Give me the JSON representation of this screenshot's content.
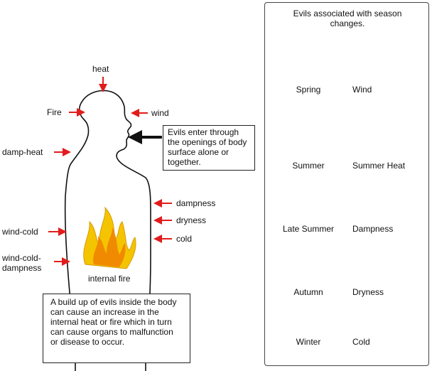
{
  "body_diagram": {
    "top_label": "heat",
    "left_labels": [
      "Fire",
      "damp-heat",
      "wind-cold",
      "wind-cold-\ndampness"
    ],
    "right_labels": [
      "wind",
      "dampness",
      "dryness",
      "cold"
    ],
    "internal_label": "internal fire"
  },
  "entry_note": "Evils enter through the openings of body surface alone or together.",
  "buildup_note": "A build up of evils inside the body can cause an increase in the internal heat or fire which in turn can cause organs to malfunction or disease to occur.",
  "seasons_panel": {
    "title": "Evils associated with season changes.",
    "rows": [
      {
        "season": "Spring",
        "evil": "Wind",
        "icon": "wind-swirl-icon"
      },
      {
        "season": "Summer",
        "evil": "Summer Heat",
        "icon": "sun-icon"
      },
      {
        "season": "Late Summer",
        "evil": "Dampness",
        "icon": "rain-cloud-icon"
      },
      {
        "season": "Autumn",
        "evil": "Dryness",
        "icon": "dry-leaves-icon"
      },
      {
        "season": "Winter",
        "evil": "Cold",
        "icon": "snowflake-icon"
      }
    ]
  },
  "colors": {
    "arrow": "#e31b1b",
    "flame_outer": "#f5c400",
    "flame_inner": "#f08a00",
    "sun": "#ff0a0a",
    "sun_rays": "#f5c200",
    "snow": "#2aa7ea",
    "wind": "#3fb7d2",
    "leaves": "#b35612",
    "rain": "#4a6fb5"
  }
}
